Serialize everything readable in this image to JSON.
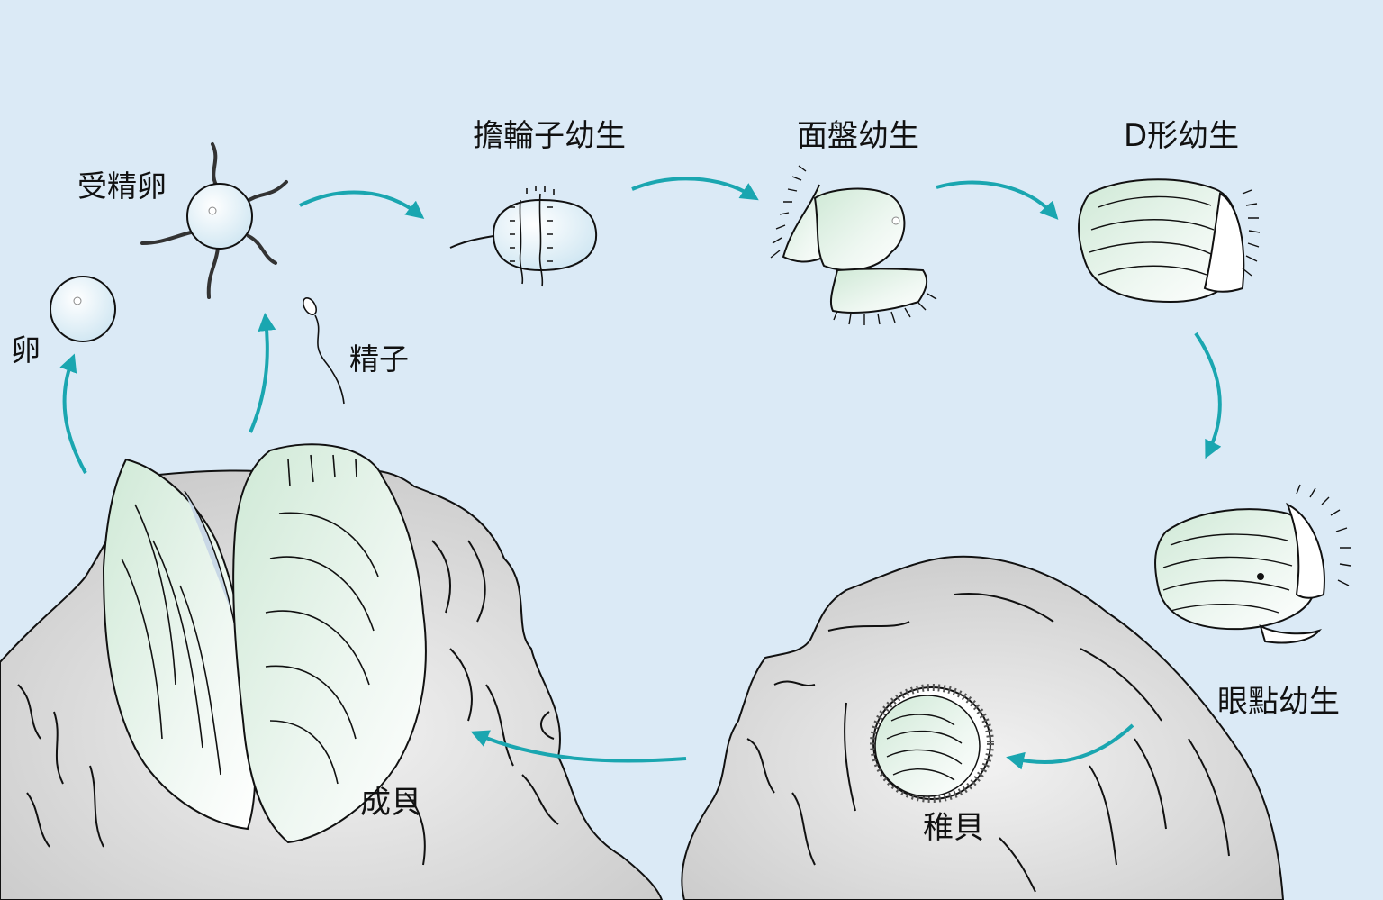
{
  "labels": {
    "egg": "卵",
    "fertilized_egg": "受精卵",
    "sperm": "精子",
    "trochophore": "擔輪子幼生",
    "veliger": "面盤幼生",
    "d_larva": "D形幼生",
    "eyed_larva": "眼點幼生",
    "spat": "稚貝",
    "adult": "成貝"
  },
  "colors": {
    "background": "#dbeaf6",
    "arrow": "#1aa6b0",
    "rock": "#d6d6d6",
    "shell_tint": "#d4ecdc",
    "outline": "#111111"
  }
}
